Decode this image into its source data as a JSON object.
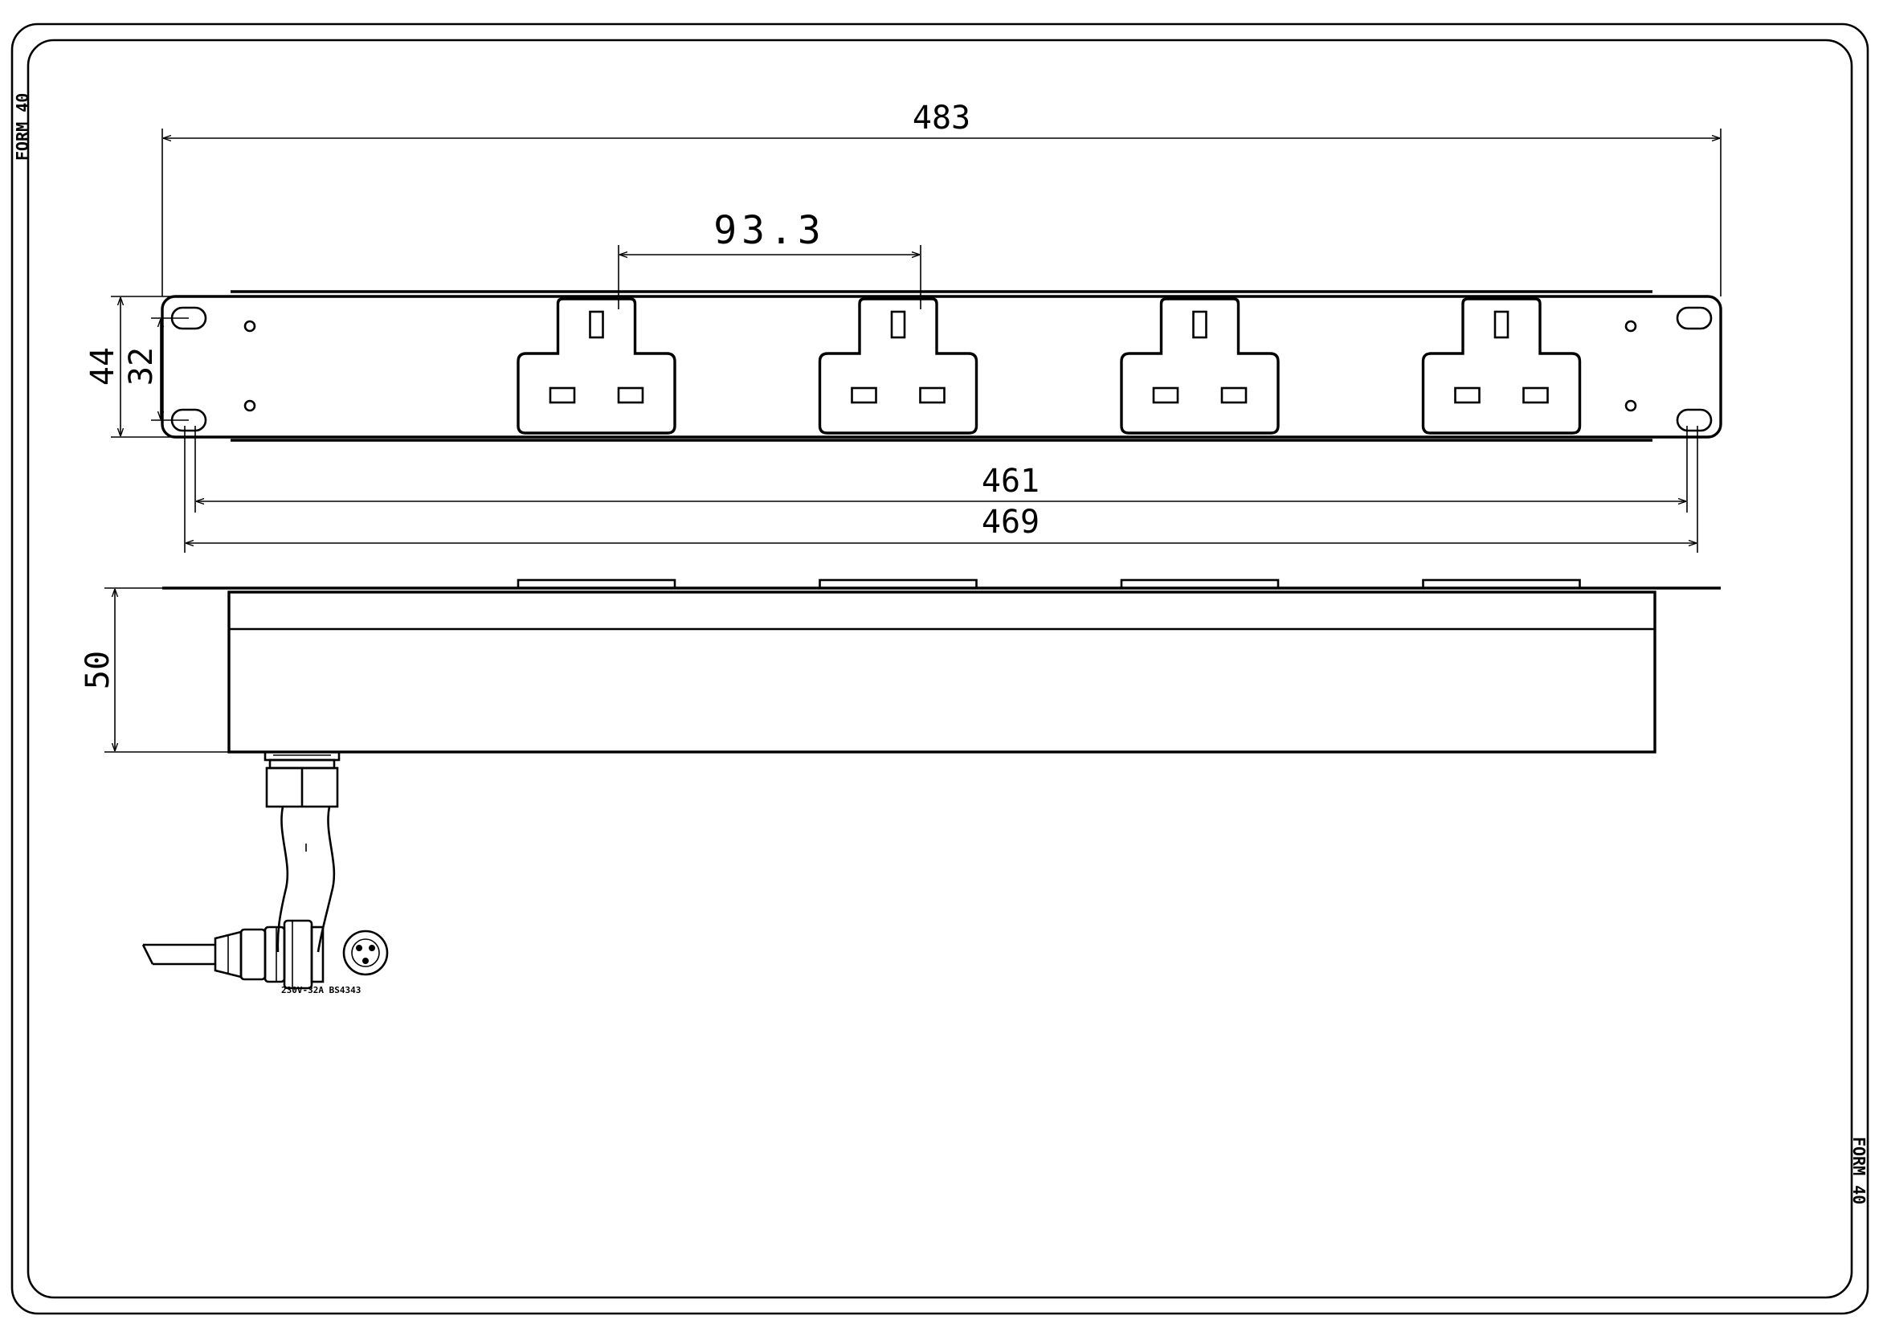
{
  "sheet": {
    "form_label_left": "FORM 40",
    "form_label_right": "FORM 40"
  },
  "dimensions": {
    "overall_width": "483",
    "socket_pitch": "93.3",
    "panel_height": "44",
    "mount_hole_spacing": "32",
    "inner_width": "461",
    "body_width": "469",
    "depth": "50"
  },
  "plug": {
    "label": "230V-32A BS4343"
  },
  "socket_count": 4
}
